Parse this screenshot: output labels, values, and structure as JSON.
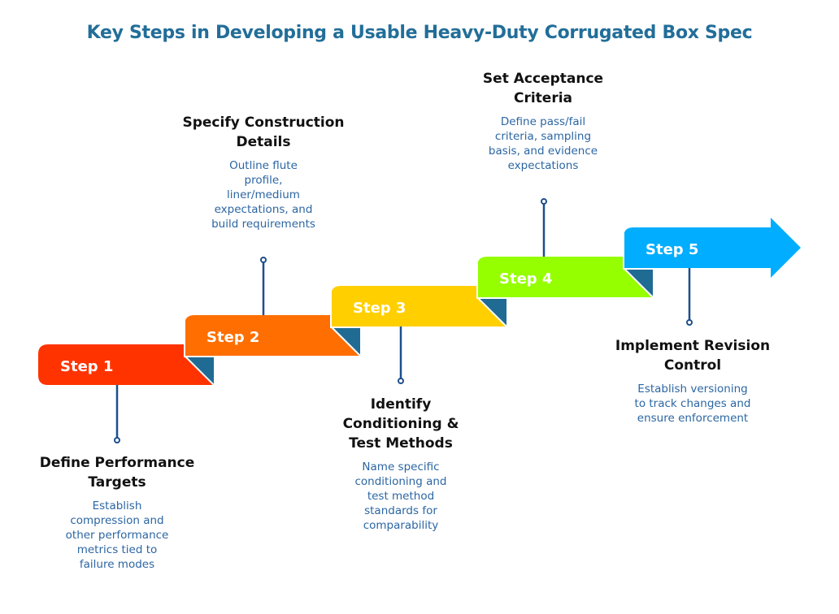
{
  "title": "Key Steps in Developing a Usable Heavy-Duty Corrugated Box Spec",
  "colors": {
    "title": "#226e99",
    "fold": "#1f6b94",
    "connector": "#1d4f8c",
    "heading": "#111111",
    "description": "#2b66a3"
  },
  "steps": [
    {
      "label": "Step 1",
      "color": "#ff3300",
      "heading": "Define Performance Targets",
      "description": "Establish compression and other performance metrics tied to failure modes"
    },
    {
      "label": "Step 2",
      "color": "#ff6e00",
      "heading": "Specify Construction Details",
      "description": "Outline flute profile, liner/medium expectations, and build requirements"
    },
    {
      "label": "Step 3",
      "color": "#ffcf00",
      "heading": "Identify Conditioning & Test Methods",
      "description": "Name specific conditioning and test method standards for comparability"
    },
    {
      "label": "Step 4",
      "color": "#95ff00",
      "heading": "Set Acceptance Criteria",
      "description": "Define pass/fail criteria, sampling basis, and evidence expectations"
    },
    {
      "label": "Step 5",
      "color": "#00adff",
      "heading": "Implement Revision Control",
      "description": "Establish versioning to track changes and ensure enforcement"
    }
  ]
}
